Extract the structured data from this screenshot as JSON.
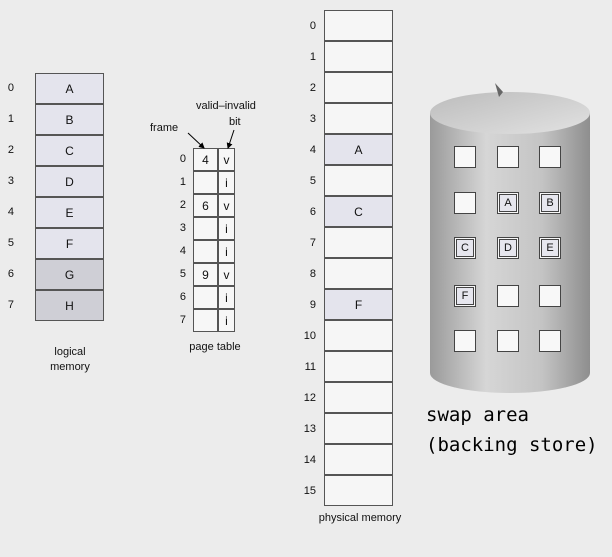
{
  "logical_memory": {
    "caption": "logical\nmemory",
    "rows": [
      {
        "index": "0",
        "label": "A",
        "shaded": false
      },
      {
        "index": "1",
        "label": "B",
        "shaded": false
      },
      {
        "index": "2",
        "label": "C",
        "shaded": false
      },
      {
        "index": "3",
        "label": "D",
        "shaded": false
      },
      {
        "index": "4",
        "label": "E",
        "shaded": false
      },
      {
        "index": "5",
        "label": "F",
        "shaded": false
      },
      {
        "index": "6",
        "label": "G",
        "shaded": true
      },
      {
        "index": "7",
        "label": "H",
        "shaded": true
      }
    ]
  },
  "page_table": {
    "caption": "page table",
    "frame_label": "frame",
    "valid_invalid_label": "valid–invalid",
    "bit_label": "bit",
    "rows": [
      {
        "index": "0",
        "frame": "4",
        "bit": "v"
      },
      {
        "index": "1",
        "frame": "",
        "bit": "i"
      },
      {
        "index": "2",
        "frame": "6",
        "bit": "v"
      },
      {
        "index": "3",
        "frame": "",
        "bit": "i"
      },
      {
        "index": "4",
        "frame": "",
        "bit": "i"
      },
      {
        "index": "5",
        "frame": "9",
        "bit": "v"
      },
      {
        "index": "6",
        "frame": "",
        "bit": "i"
      },
      {
        "index": "7",
        "frame": "",
        "bit": "i"
      }
    ]
  },
  "physical_memory": {
    "caption": "physical memory",
    "rows": [
      {
        "index": "0",
        "label": ""
      },
      {
        "index": "1",
        "label": ""
      },
      {
        "index": "2",
        "label": ""
      },
      {
        "index": "3",
        "label": ""
      },
      {
        "index": "4",
        "label": "A"
      },
      {
        "index": "5",
        "label": ""
      },
      {
        "index": "6",
        "label": "C"
      },
      {
        "index": "7",
        "label": ""
      },
      {
        "index": "8",
        "label": ""
      },
      {
        "index": "9",
        "label": "F"
      },
      {
        "index": "10",
        "label": ""
      },
      {
        "index": "11",
        "label": ""
      },
      {
        "index": "12",
        "label": ""
      },
      {
        "index": "13",
        "label": ""
      },
      {
        "index": "14",
        "label": ""
      },
      {
        "index": "15",
        "label": ""
      }
    ]
  },
  "swap_area": {
    "line1": "swap area",
    "line2": "(backing store)",
    "grid": [
      [
        "",
        "",
        ""
      ],
      [
        "",
        "A",
        "B"
      ],
      [
        "C",
        "D",
        "E"
      ],
      [
        "F",
        "",
        ""
      ],
      [
        "",
        "",
        ""
      ]
    ]
  }
}
